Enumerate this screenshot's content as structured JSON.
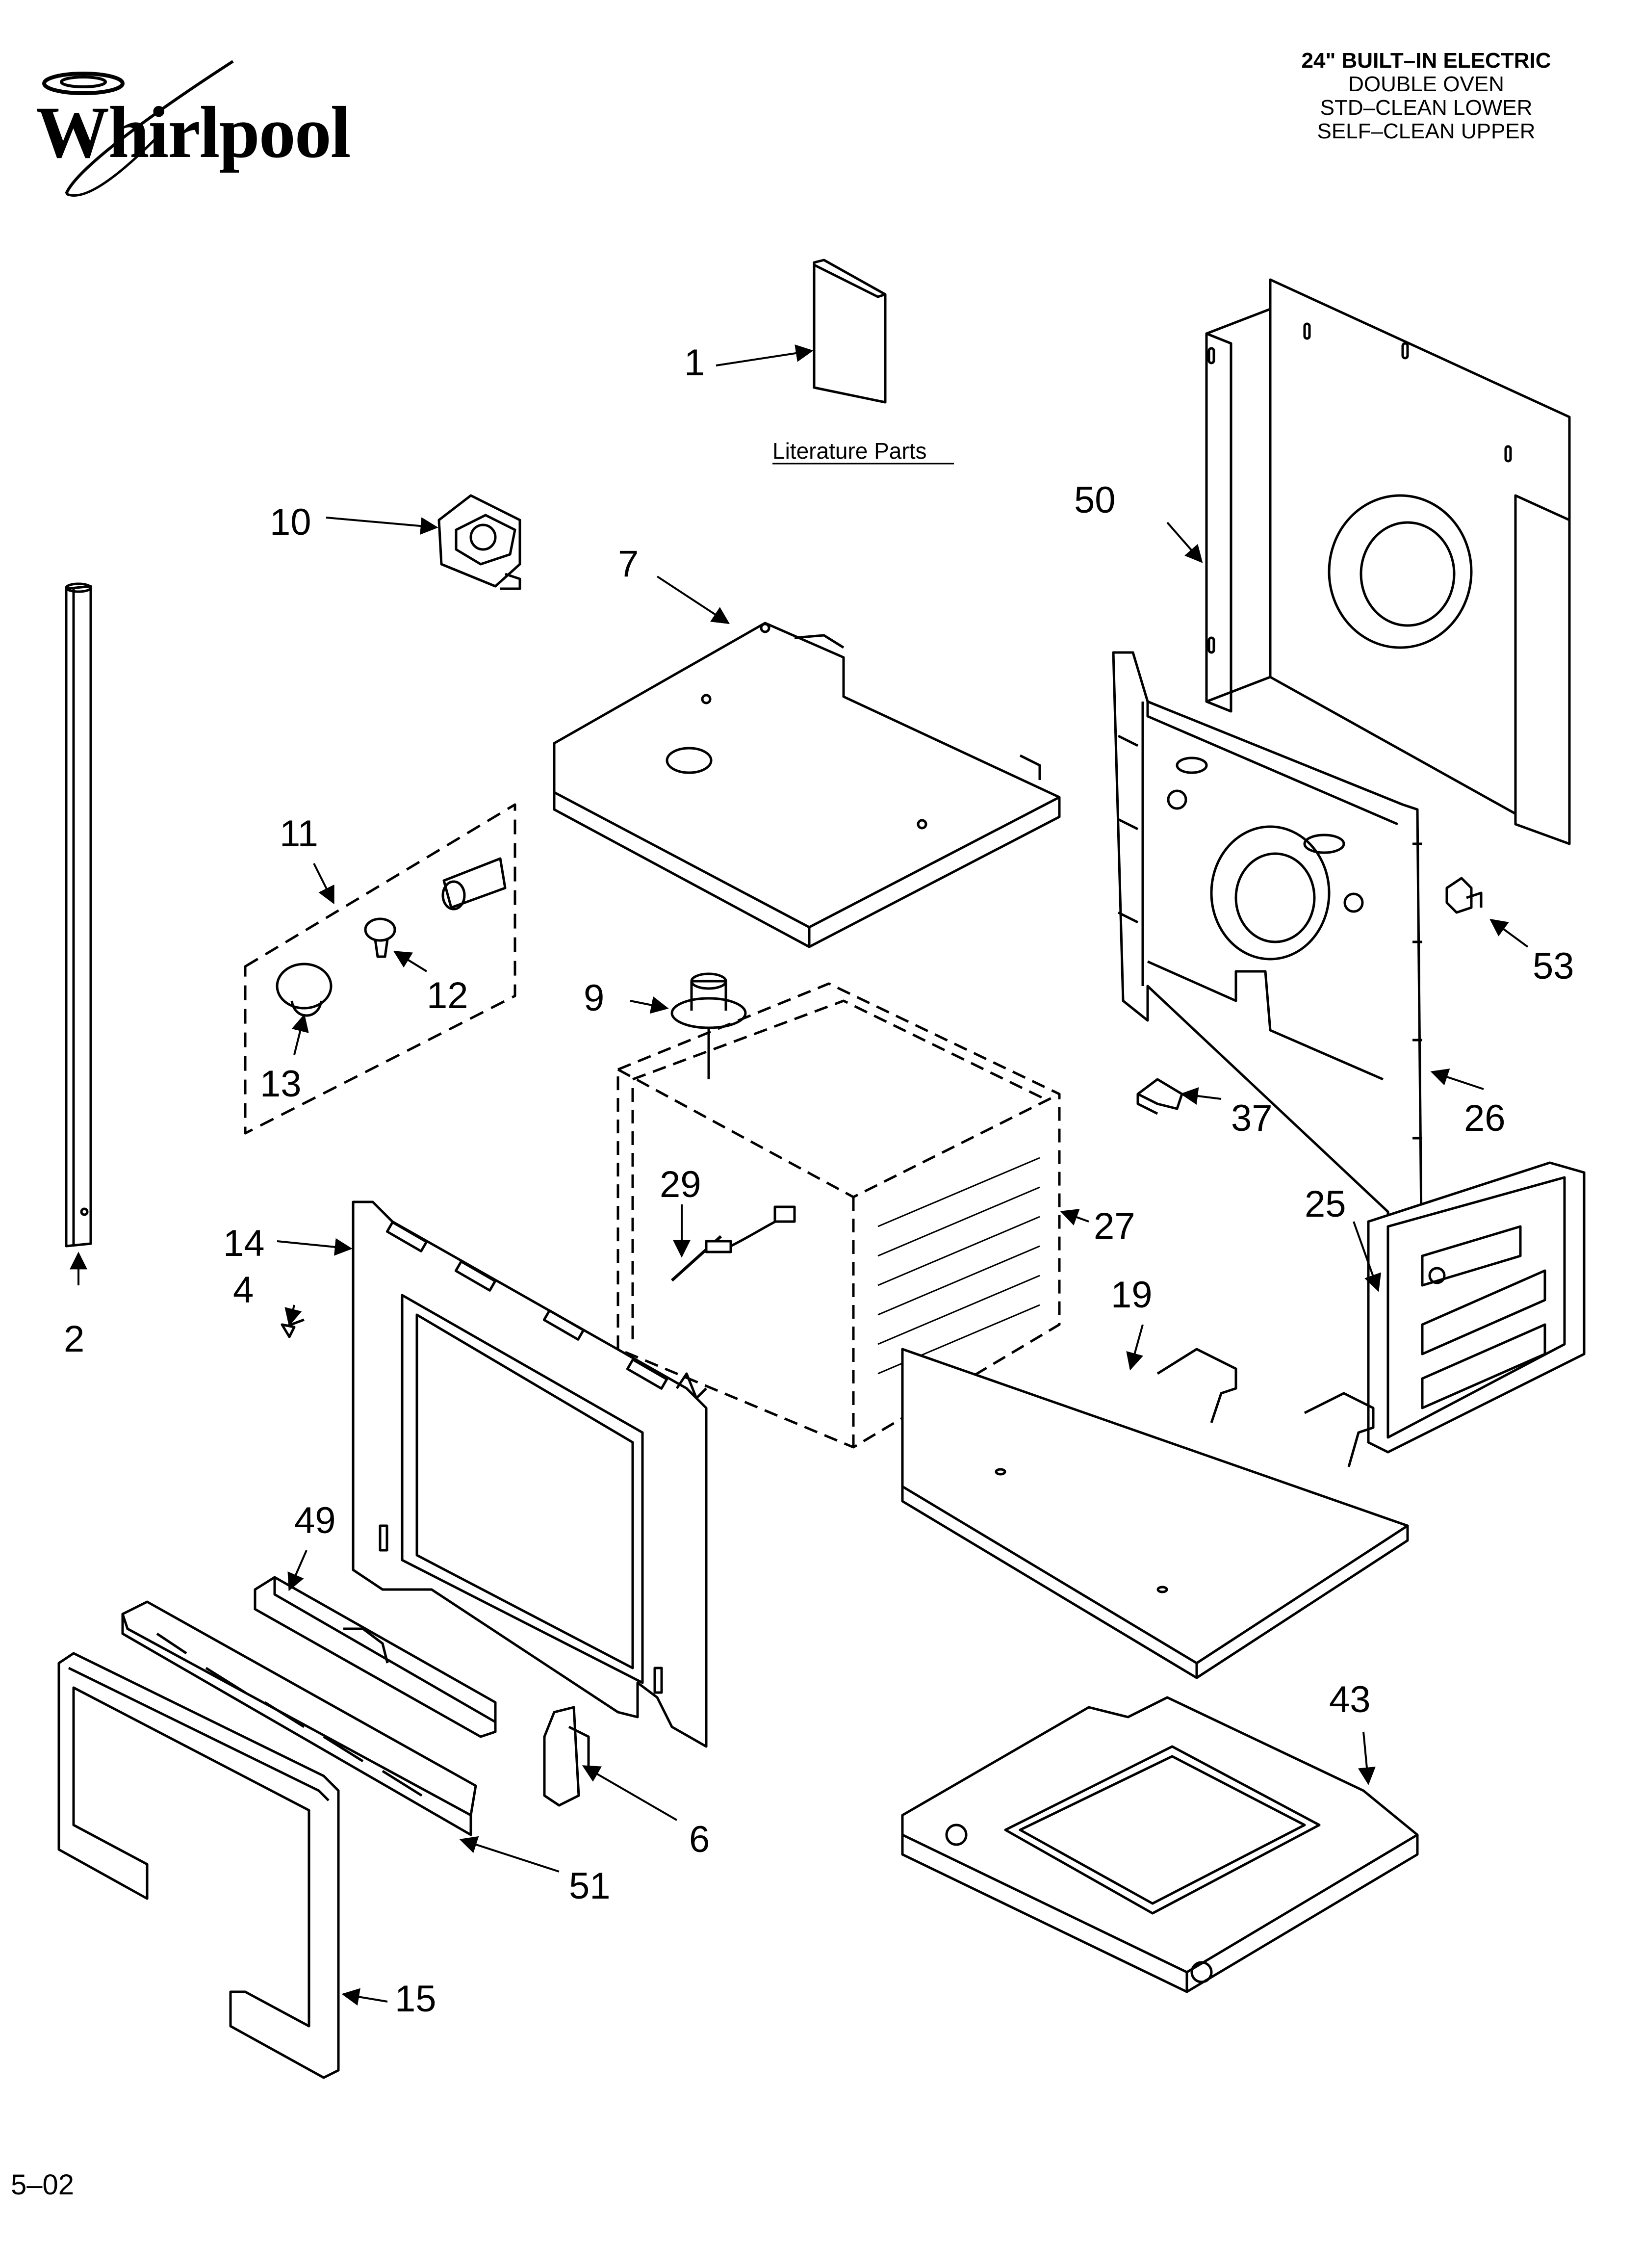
{
  "brand": {
    "name": "Whirlpool"
  },
  "header": {
    "line1": "24\" BUILT–IN ELECTRIC",
    "line2": "DOUBLE OVEN",
    "line3": "STD–CLEAN LOWER",
    "line4": "SELF–CLEAN UPPER"
  },
  "literature_label": "Literature Parts",
  "footer": {
    "code": "5–02"
  },
  "callouts": {
    "c1": "1",
    "c2": "2",
    "c4": "4",
    "c6": "6",
    "c7": "7",
    "c9": "9",
    "c10": "10",
    "c11": "11",
    "c12": "12",
    "c13": "13",
    "c14": "14",
    "c15": "15",
    "c19": "19",
    "c25": "25",
    "c26": "26",
    "c27": "27",
    "c29": "29",
    "c37": "37",
    "c43": "43",
    "c49": "49",
    "c50": "50",
    "c51": "51",
    "c53": "53"
  }
}
